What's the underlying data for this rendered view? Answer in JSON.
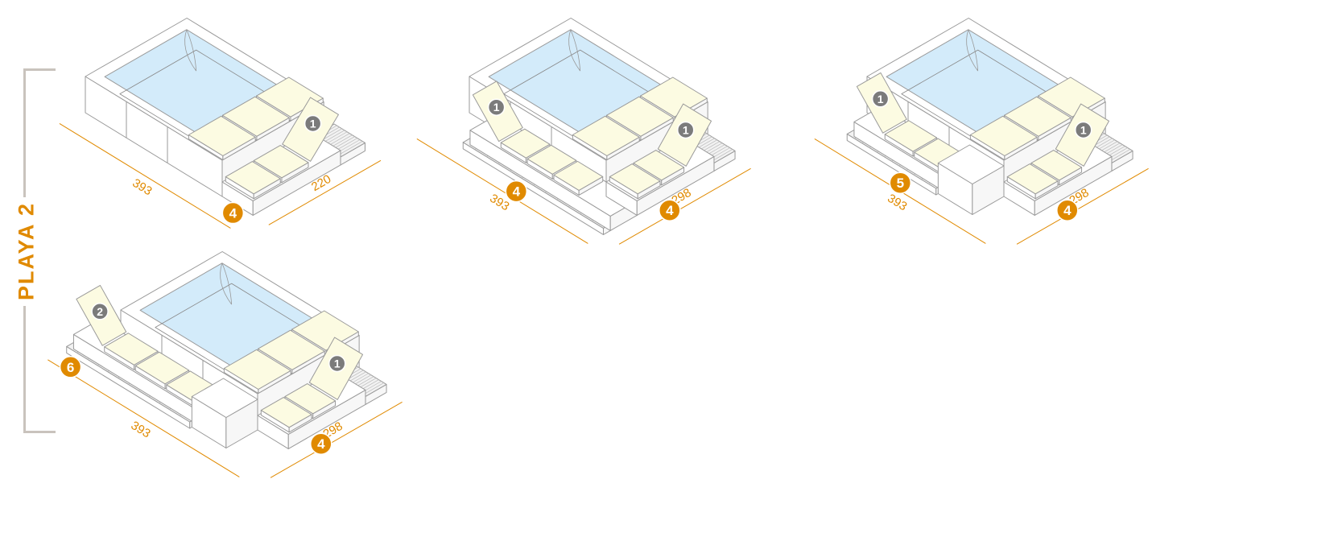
{
  "title": "PLAYA 2",
  "colors": {
    "accent": "#e08a00",
    "water": "#d3ebfa",
    "cushion": "#fcfbe2",
    "block": "#ffffff",
    "line": "#9a9a9a",
    "module_badge": "#7b7b7b",
    "bracket": "#c9c3bd"
  },
  "configurations": [
    {
      "name": "configuration-1",
      "dimension_long": "393",
      "dimension_short": "220",
      "badges": [
        {
          "value": "4",
          "type": "count"
        },
        {
          "value": "1",
          "type": "module"
        }
      ]
    },
    {
      "name": "configuration-2",
      "dimension_long": "393",
      "dimension_short": "298",
      "badges": [
        {
          "value": "4",
          "type": "count"
        },
        {
          "value": "4",
          "type": "count"
        },
        {
          "value": "1",
          "type": "module"
        },
        {
          "value": "1",
          "type": "module"
        }
      ]
    },
    {
      "name": "configuration-3",
      "dimension_long": "393",
      "dimension_short": "298",
      "badges": [
        {
          "value": "5",
          "type": "count"
        },
        {
          "value": "4",
          "type": "count"
        },
        {
          "value": "1",
          "type": "module"
        },
        {
          "value": "1",
          "type": "module"
        }
      ]
    },
    {
      "name": "configuration-4",
      "dimension_long": "393",
      "dimension_short": "298",
      "badges": [
        {
          "value": "6",
          "type": "count"
        },
        {
          "value": "4",
          "type": "count"
        },
        {
          "value": "2",
          "type": "module"
        },
        {
          "value": "1",
          "type": "module"
        }
      ]
    }
  ]
}
